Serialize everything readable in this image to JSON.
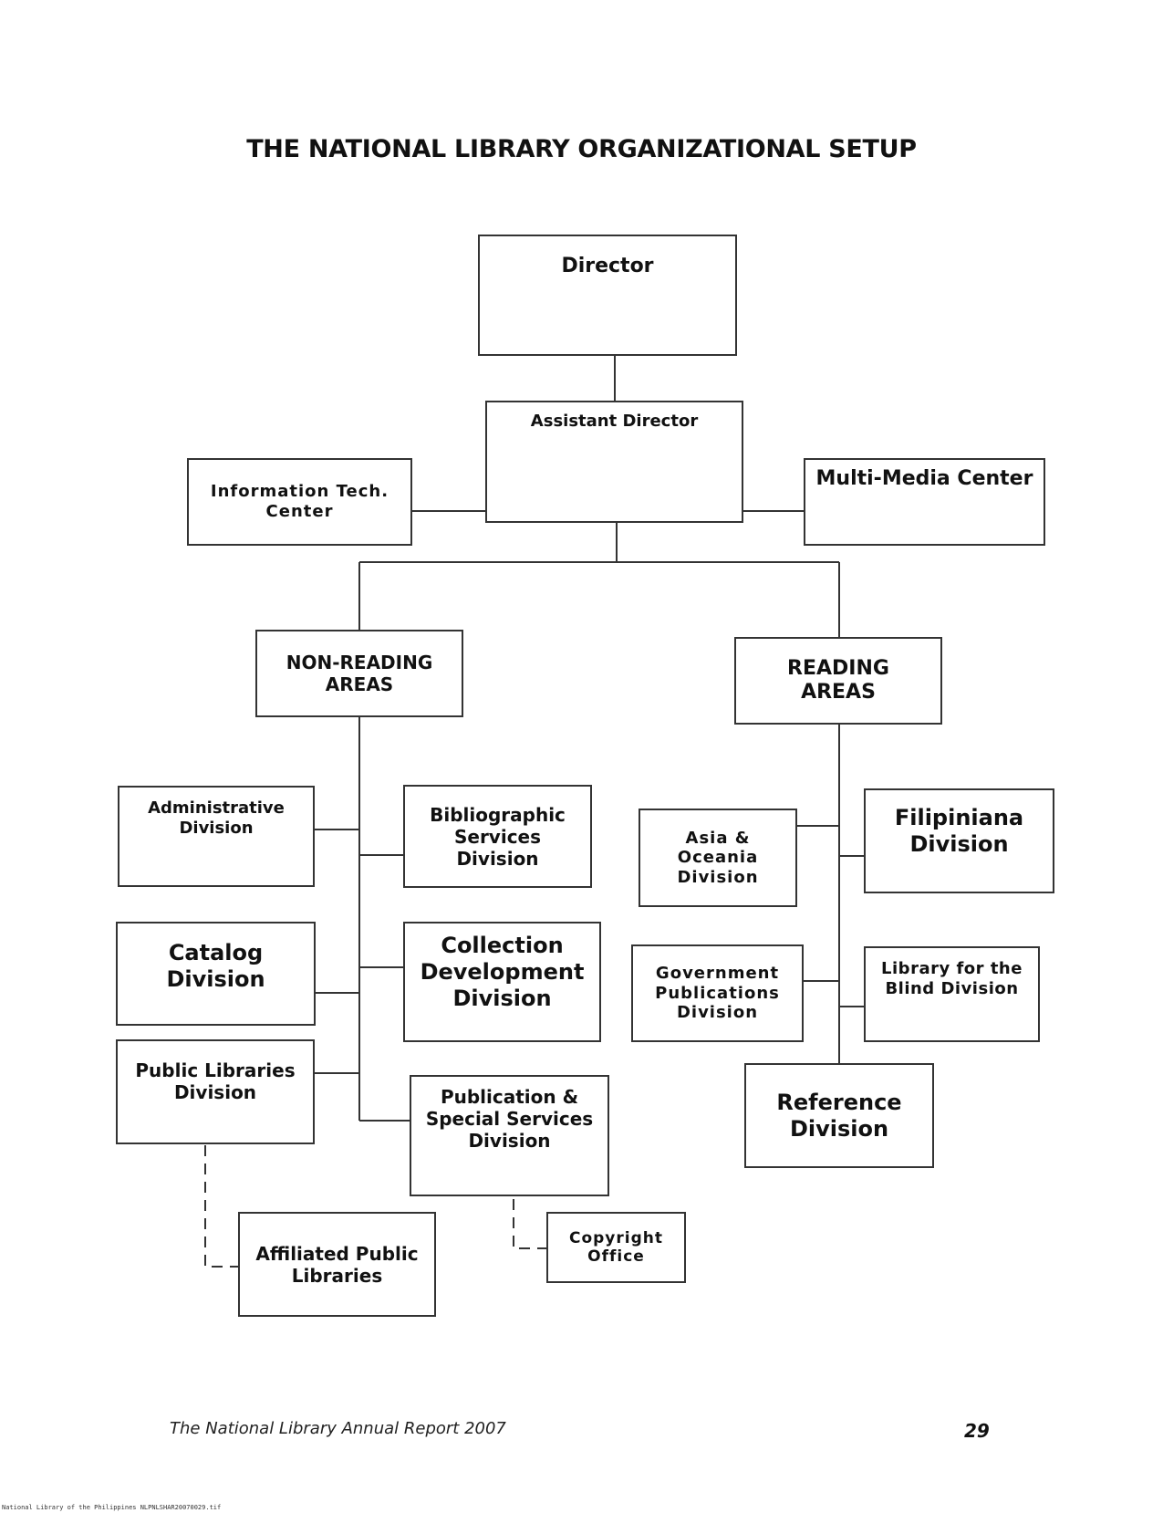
{
  "page": {
    "title": "THE NATIONAL LIBRARY ORGANIZATIONAL SETUP",
    "footer_title": "The National Library Annual Report 2007",
    "page_number": "29",
    "scan_caption": "National Library of the Philippines     NLPNLSHAR20070029.tif"
  },
  "chart": {
    "director": "Director",
    "assistant_director": "Assistant Director",
    "info_tech_center": [
      "Information Tech.",
      "Center"
    ],
    "multi_media_center": "Multi-Media Center",
    "non_reading_areas": [
      "NON-READING",
      "AREAS"
    ],
    "reading_areas": [
      "READING",
      "AREAS"
    ],
    "administrative_division": [
      "Administrative",
      "Division"
    ],
    "bibliographic_services_division": [
      "Bibliographic",
      "Services",
      "Division"
    ],
    "catalog_division": [
      "Catalog",
      "Division"
    ],
    "collection_development_division": [
      "Collection",
      "Development",
      "Division"
    ],
    "public_libraries_division": [
      "Public Libraries",
      "Division"
    ],
    "publication_special_services_division": [
      "Publication &",
      "Special Services",
      "Division"
    ],
    "affiliated_public_libraries": [
      "Affiliated Public",
      "Libraries"
    ],
    "copyright_office": [
      "Copyright",
      "Office"
    ],
    "asia_oceania_division": [
      "Asia &",
      "Oceania",
      "Division"
    ],
    "filipiniana_division": [
      "Filipiniana",
      "Division"
    ],
    "government_publications_division": [
      "Government",
      "Publications",
      "Division"
    ],
    "library_for_the_blind_division": [
      "Library for the",
      "Blind Division"
    ],
    "reference_division": [
      "Reference",
      "Division"
    ]
  }
}
